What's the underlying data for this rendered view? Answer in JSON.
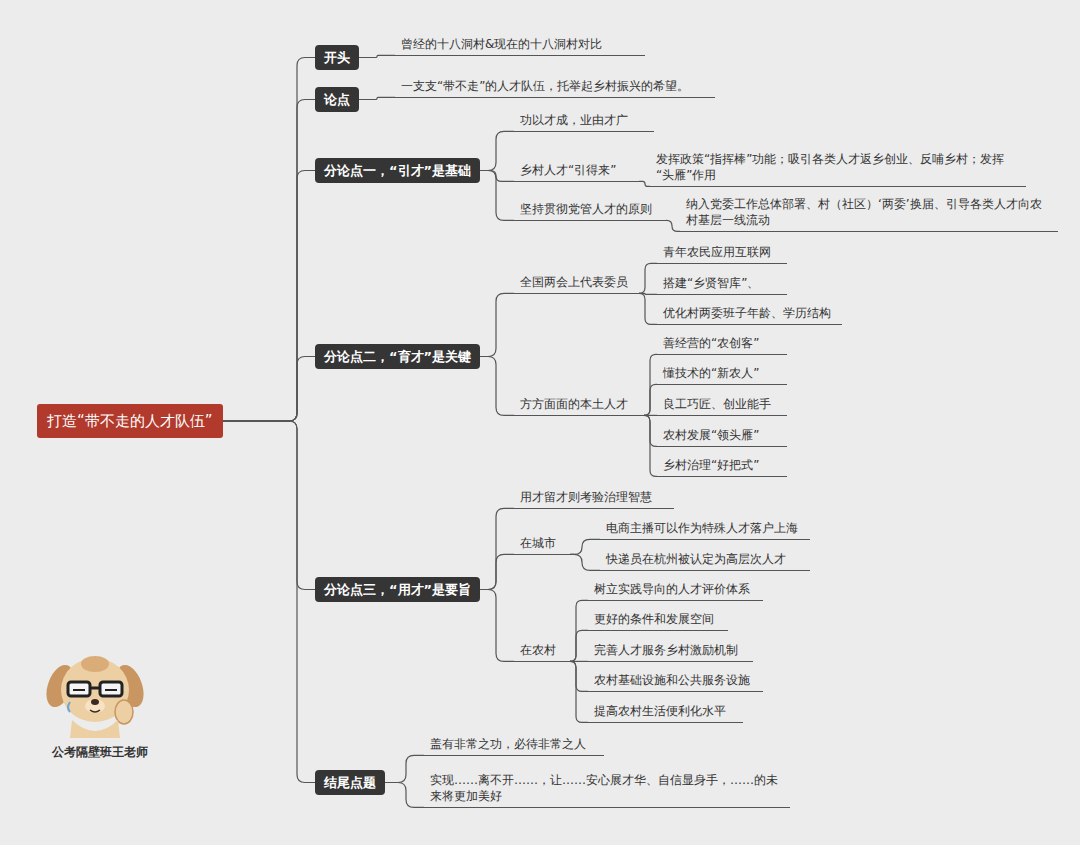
{
  "diagram": {
    "nodes": [
      {
        "text": [
          "打造“带不走的人才队伍”"
        ]
      },
      {
        "text": [
          "开头"
        ]
      },
      {
        "text": [
          "曾经的十八洞村&现在的十八洞村对比"
        ]
      },
      {
        "text": [
          "论点"
        ]
      },
      {
        "text": [
          "一支支“带不走”的人才队伍，托举起乡村振兴的希望。"
        ]
      },
      {
        "text": [
          "分论点一，“引才”是基础"
        ]
      },
      {
        "text": [
          "功以才成，业由才广"
        ]
      },
      {
        "text": [
          "乡村人才“引得来”"
        ]
      },
      {
        "text": [
          "发挥政策“指挥棒”功能；吸引各类人才返乡创业、反哺乡村；发挥“头雁”作用"
        ]
      },
      {
        "text": [
          "坚持贯彻党管人才的原则"
        ]
      },
      {
        "text": [
          "纳入党委工作总体部署、村（社区）‘两委’换届、引导各类人才向农村基层一线流动"
        ]
      },
      {
        "text": [
          "分论点二，“育才”是关键"
        ]
      },
      {
        "text": [
          "全国两会上代表委员"
        ]
      },
      {
        "text": [
          "青年农民应用互联网"
        ]
      },
      {
        "text": [
          "搭建“乡贤智库”、"
        ]
      },
      {
        "text": [
          "优化村两委班子年龄、学历结构"
        ]
      },
      {
        "text": [
          "方方面面的本土人才"
        ]
      },
      {
        "text": [
          "善经营的“农创客”"
        ]
      },
      {
        "text": [
          "懂技术的“新农人”"
        ]
      },
      {
        "text": [
          "良工巧匠、创业能手"
        ]
      },
      {
        "text": [
          "农村发展“领头雁”"
        ]
      },
      {
        "text": [
          "乡村治理“好把式”"
        ]
      },
      {
        "text": [
          "分论点三，“用才”是要旨"
        ]
      },
      {
        "text": [
          "用才留才则考验治理智慧"
        ]
      },
      {
        "text": [
          "在城市"
        ]
      },
      {
        "text": [
          "电商主播可以作为特殊人才落户上海"
        ]
      },
      {
        "text": [
          "快递员在杭州被认定为高层次人才"
        ]
      },
      {
        "text": [
          "在农村"
        ]
      },
      {
        "text": [
          "树立实践导向的人才评价体系"
        ]
      },
      {
        "text": [
          "更好的条件和发展空间"
        ]
      },
      {
        "text": [
          "完善人才服务乡村激励机制"
        ]
      },
      {
        "text": [
          "农村基础设施和公共服务设施"
        ]
      },
      {
        "text": [
          "提高农村生活便利化水平"
        ]
      },
      {
        "text": [
          "结尾点题"
        ]
      },
      {
        "text": [
          "盖有非常之功，必待非常之人"
        ]
      },
      {
        "text": [
          "实现……离不开……，让……安心展才华、自信显身手，……的未来将更加美好"
        ]
      }
    ],
    "edges": [
      {
        "from": 0,
        "to": 1,
        "arrow": "none"
      },
      {
        "from": 0,
        "to": 3,
        "arrow": "none"
      },
      {
        "from": 0,
        "to": 5,
        "arrow": "none"
      },
      {
        "from": 0,
        "to": 11,
        "arrow": "none"
      },
      {
        "from": 0,
        "to": 22,
        "arrow": "none"
      },
      {
        "from": 0,
        "to": 33,
        "arrow": "none"
      },
      {
        "from": 1,
        "to": 2,
        "arrow": "none"
      },
      {
        "from": 3,
        "to": 4,
        "arrow": "none"
      },
      {
        "from": 5,
        "to": 6,
        "arrow": "none"
      },
      {
        "from": 5,
        "to": 7,
        "arrow": "none"
      },
      {
        "from": 5,
        "to": 9,
        "arrow": "none"
      },
      {
        "from": 7,
        "to": 8,
        "arrow": "none"
      },
      {
        "from": 9,
        "to": 10,
        "arrow": "none"
      },
      {
        "from": 11,
        "to": 12,
        "arrow": "none"
      },
      {
        "from": 11,
        "to": 16,
        "arrow": "none"
      },
      {
        "from": 12,
        "to": 13,
        "arrow": "none"
      },
      {
        "from": 12,
        "to": 14,
        "arrow": "none"
      },
      {
        "from": 12,
        "to": 15,
        "arrow": "none"
      },
      {
        "from": 16,
        "to": 17,
        "arrow": "none"
      },
      {
        "from": 16,
        "to": 18,
        "arrow": "none"
      },
      {
        "from": 16,
        "to": 19,
        "arrow": "none"
      },
      {
        "from": 16,
        "to": 20,
        "arrow": "none"
      },
      {
        "from": 16,
        "to": 21,
        "arrow": "none"
      },
      {
        "from": 22,
        "to": 23,
        "arrow": "none"
      },
      {
        "from": 22,
        "to": 24,
        "arrow": "none"
      },
      {
        "from": 22,
        "to": 27,
        "arrow": "none"
      },
      {
        "from": 24,
        "to": 25,
        "arrow": "none"
      },
      {
        "from": 24,
        "to": 26,
        "arrow": "none"
      },
      {
        "from": 27,
        "to": 28,
        "arrow": "none"
      },
      {
        "from": 27,
        "to": 29,
        "arrow": "none"
      },
      {
        "from": 27,
        "to": 30,
        "arrow": "none"
      },
      {
        "from": 27,
        "to": 31,
        "arrow": "none"
      },
      {
        "from": 27,
        "to": 32,
        "arrow": "none"
      },
      {
        "from": 33,
        "to": 34,
        "arrow": "none"
      },
      {
        "from": 33,
        "to": 35,
        "arrow": "none"
      }
    ],
    "labels": [
      "公考隔壁班王老师"
    ]
  }
}
